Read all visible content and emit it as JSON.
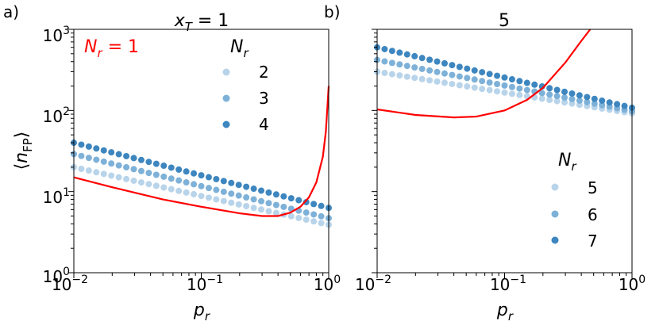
{
  "chart_data": [
    {
      "panel_label": "a)",
      "type": "scatter",
      "title": "x_T = 1",
      "title_parts": {
        "var": "x",
        "sub": "T",
        "rest": " = 1"
      },
      "xlabel": {
        "var": "p",
        "sub": "r"
      },
      "ylabel": {
        "open": "⟨",
        "var": "n",
        "sub": "FP",
        "close": "⟩"
      },
      "xscale": "log",
      "yscale": "log",
      "xlim": [
        0.01,
        1
      ],
      "ylim": [
        1,
        1000
      ],
      "x_ticks": [
        {
          "base": "10",
          "exp": "−2"
        },
        {
          "base": "10",
          "exp": "−1"
        },
        {
          "base": "10",
          "exp": "0"
        }
      ],
      "y_ticks": [
        {
          "base": "10",
          "exp": "0"
        },
        {
          "base": "10",
          "exp": "1"
        },
        {
          "base": "10",
          "exp": "2"
        },
        {
          "base": "10",
          "exp": "3"
        }
      ],
      "annotation": {
        "text": "N_r = 1",
        "var": "N",
        "sub": "r",
        "rest": " = 1",
        "color": "#ff0000"
      },
      "legend": {
        "title_var": "N",
        "title_sub": "r",
        "placement": "top-right"
      },
      "grid": false,
      "curve": {
        "name": "N_r = 1",
        "color": "#ff0000",
        "x": [
          0.01,
          0.02,
          0.05,
          0.1,
          0.2,
          0.3,
          0.4,
          0.5,
          0.6,
          0.7,
          0.8,
          0.9,
          0.95,
          1.0
        ],
        "y": [
          15,
          11.3,
          8.0,
          6.5,
          5.4,
          5.0,
          5.0,
          5.5,
          6.5,
          8.5,
          13,
          27,
          55,
          200
        ]
      },
      "series": [
        {
          "name": "2",
          "color": "#b8d4ea",
          "y_start": 20,
          "y_end": 3.9
        },
        {
          "name": "3",
          "color": "#7eb1d8",
          "y_start": 29,
          "y_end": 4.7
        },
        {
          "name": "4",
          "color": "#3d86bf",
          "y_start": 40,
          "y_end": 6.3
        }
      ]
    },
    {
      "panel_label": "b)",
      "type": "scatter",
      "title": "5",
      "xlabel": {
        "var": "p",
        "sub": "r"
      },
      "xscale": "log",
      "yscale": "log",
      "xlim": [
        0.01,
        1
      ],
      "ylim": [
        1,
        1000
      ],
      "x_ticks": [
        {
          "base": "10",
          "exp": "−2"
        },
        {
          "base": "10",
          "exp": "−1"
        },
        {
          "base": "10",
          "exp": "0"
        }
      ],
      "legend": {
        "title_var": "N",
        "title_sub": "r",
        "placement": "bottom-right"
      },
      "grid": false,
      "curve": {
        "color": "#ff0000",
        "x": [
          0.01,
          0.02,
          0.04,
          0.06,
          0.1,
          0.15,
          0.2,
          0.3,
          0.4,
          0.47
        ],
        "y": [
          103,
          88,
          82,
          84,
          100,
          135,
          190,
          390,
          720,
          1000
        ]
      },
      "series": [
        {
          "name": "5",
          "color": "#b8d4ea",
          "y_start": 300,
          "y_end": 92
        },
        {
          "name": "6",
          "color": "#7eb1d8",
          "y_start": 420,
          "y_end": 98
        },
        {
          "name": "7",
          "color": "#3d86bf",
          "y_start": 600,
          "y_end": 108
        }
      ]
    }
  ]
}
